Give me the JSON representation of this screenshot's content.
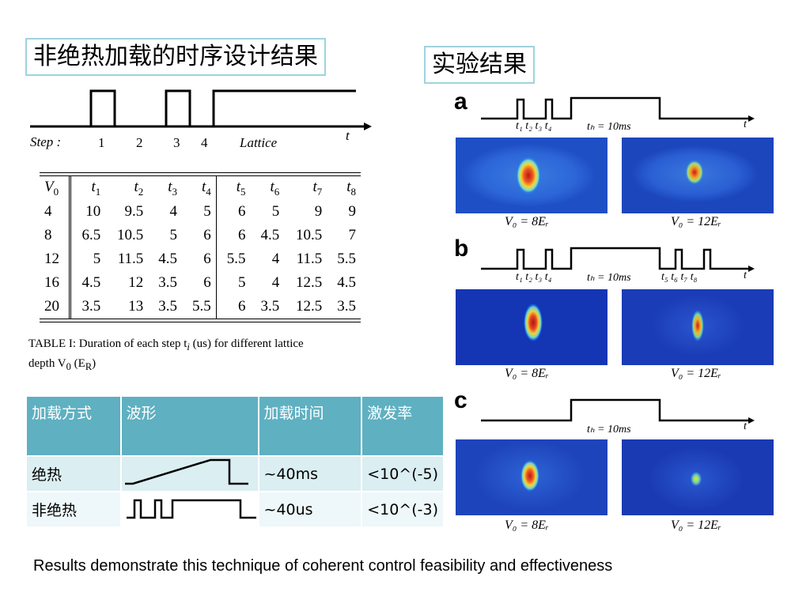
{
  "left_title": "非绝热加载的时序设计结果",
  "right_title": "实验结果",
  "step_diagram": {
    "step_prefix": "Step :",
    "steps": [
      "1",
      "2",
      "3",
      "4"
    ],
    "lattice": "Lattice",
    "time": "t"
  },
  "duration_table": {
    "headers": [
      "V",
      "t",
      "t",
      "t",
      "t",
      "t",
      "t",
      "t",
      "t"
    ],
    "header_subs": [
      "0",
      "1",
      "2",
      "3",
      "4",
      "5",
      "6",
      "7",
      "8"
    ],
    "rows": [
      [
        "4",
        "10",
        "9.5",
        "4",
        "5",
        "6",
        "5",
        "9",
        "9"
      ],
      [
        "8",
        "6.5",
        "10.5",
        "5",
        "6",
        "6",
        "4.5",
        "10.5",
        "7"
      ],
      [
        "12",
        "5",
        "11.5",
        "4.5",
        "6",
        "5.5",
        "4",
        "11.5",
        "5.5"
      ],
      [
        "16",
        "4.5",
        "12",
        "3.5",
        "6",
        "5",
        "4",
        "12.5",
        "4.5"
      ],
      [
        "20",
        "3.5",
        "13",
        "3.5",
        "5.5",
        "6",
        "3.5",
        "12.5",
        "3.5"
      ]
    ],
    "caption_line1": "TABLE I: Duration of each step t",
    "caption_line1_sub": "i",
    "caption_line1_tail": " (us) for different lattice",
    "caption_line2": "depth V",
    "caption_line2_sub": "0",
    "caption_line2_tail": " (E",
    "caption_line2_sub2": "R",
    "caption_line2_end": ")"
  },
  "compare_table": {
    "headers": [
      "加载方式",
      "波形",
      "加载时间",
      "激发率"
    ],
    "rows": [
      {
        "method": "绝热",
        "time": "~40ms",
        "rate": "<10^(-5)"
      },
      {
        "method": "非绝热",
        "time": "~40us",
        "rate": "<10^(-3)"
      }
    ]
  },
  "panels": [
    {
      "letter": "a",
      "times": [
        "t₁ t₂ t₃ t₄",
        "tₕ = 10ms"
      ],
      "time_axis": "t",
      "left_label": "V₀ = 8Eᵣ",
      "right_label": "V₀ = 12Eᵣ"
    },
    {
      "letter": "b",
      "times": [
        "t₁ t₂ t₃ t₄",
        "tₕ = 10ms",
        "t₅ t₆ t₇ t₈"
      ],
      "time_axis": "t",
      "left_label": "V₀ = 8Eᵣ",
      "right_label": "V₀ = 12Eᵣ"
    },
    {
      "letter": "c",
      "times": [
        "tₕ = 10ms"
      ],
      "time_axis": "t",
      "left_label": "V₀ = 8Eᵣ",
      "right_label": "V₀ = 12Eᵣ"
    }
  ],
  "bottom_text": "Results demonstrate this technique of coherent control feasibility and effectiveness",
  "colors": {
    "title_border": "#9fd3dd",
    "table_header": "#5fb0c1",
    "image_bg": "#1a3fb5"
  }
}
